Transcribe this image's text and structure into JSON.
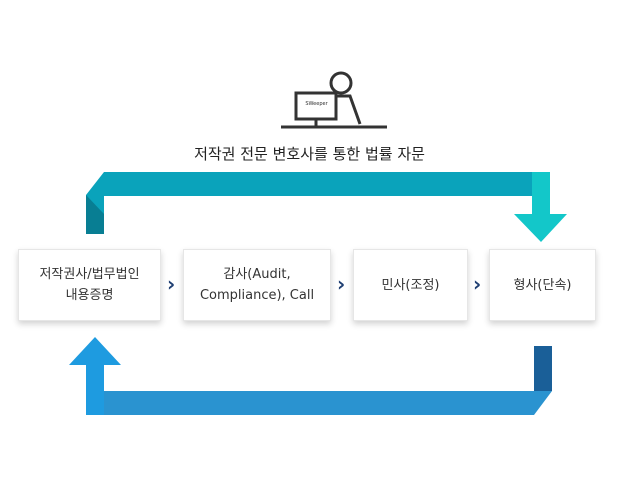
{
  "header": {
    "title": "저작권 전문 변호사를 통한 법률 자문",
    "monitor_label": "SWeeper"
  },
  "steps": [
    {
      "lines": [
        "저작권사/법무법인",
        "내용증명"
      ]
    },
    {
      "lines": [
        "감사(Audit,",
        "Compliance), Call"
      ]
    },
    {
      "lines": [
        "민사(조정)"
      ]
    },
    {
      "lines": [
        "형사(단속)"
      ]
    }
  ],
  "separators": [
    "›",
    "›",
    "›"
  ],
  "colors": {
    "top_band": "#0aa3bb",
    "top_band_dark": "#087e93",
    "top_arrow": "#13c7c9",
    "bottom_band": "#2a93d0",
    "bottom_band_dark": "#1a5f98",
    "bottom_arrow": "#1e9be0",
    "chevron": "#1f3f72",
    "icon": "#333333"
  },
  "icons": [
    "person-at-computer-icon",
    "down-arrow-icon",
    "up-arrow-icon"
  ]
}
